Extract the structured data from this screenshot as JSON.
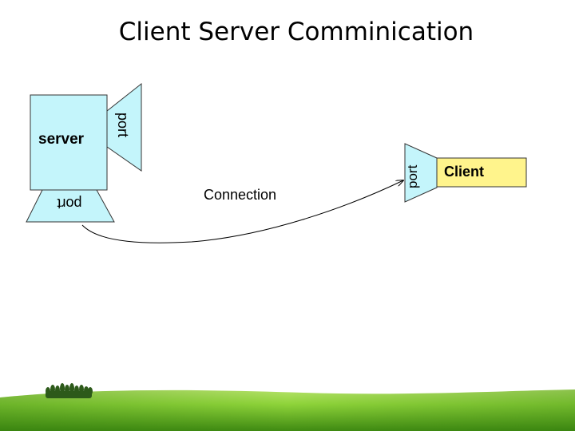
{
  "slide": {
    "title": "Client Server Comminication"
  },
  "diagram": {
    "server_label": "server",
    "server_port_right_label": "port",
    "server_port_bottom_label": "port",
    "client_label": "Client",
    "client_port_label": "port",
    "connection_label": "Connection"
  },
  "colors": {
    "server_fill": "#c4f5fb",
    "client_fill": "#fff48c",
    "grass_light": "#8fd43a",
    "grass_dark": "#3f8a12"
  }
}
